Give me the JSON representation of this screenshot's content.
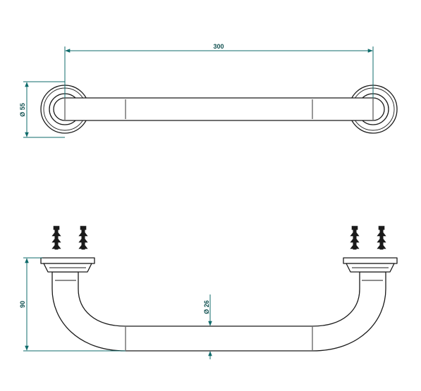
{
  "dimensions": {
    "length": "300",
    "rosette_diameter": "Ø 55",
    "height": "90",
    "tube_diameter": "Ø 26"
  },
  "colors": {
    "line": "#1a1a1a",
    "dimension": "#0f6b6b",
    "dimension_text": "#0f4f4f",
    "background": "#ffffff"
  }
}
